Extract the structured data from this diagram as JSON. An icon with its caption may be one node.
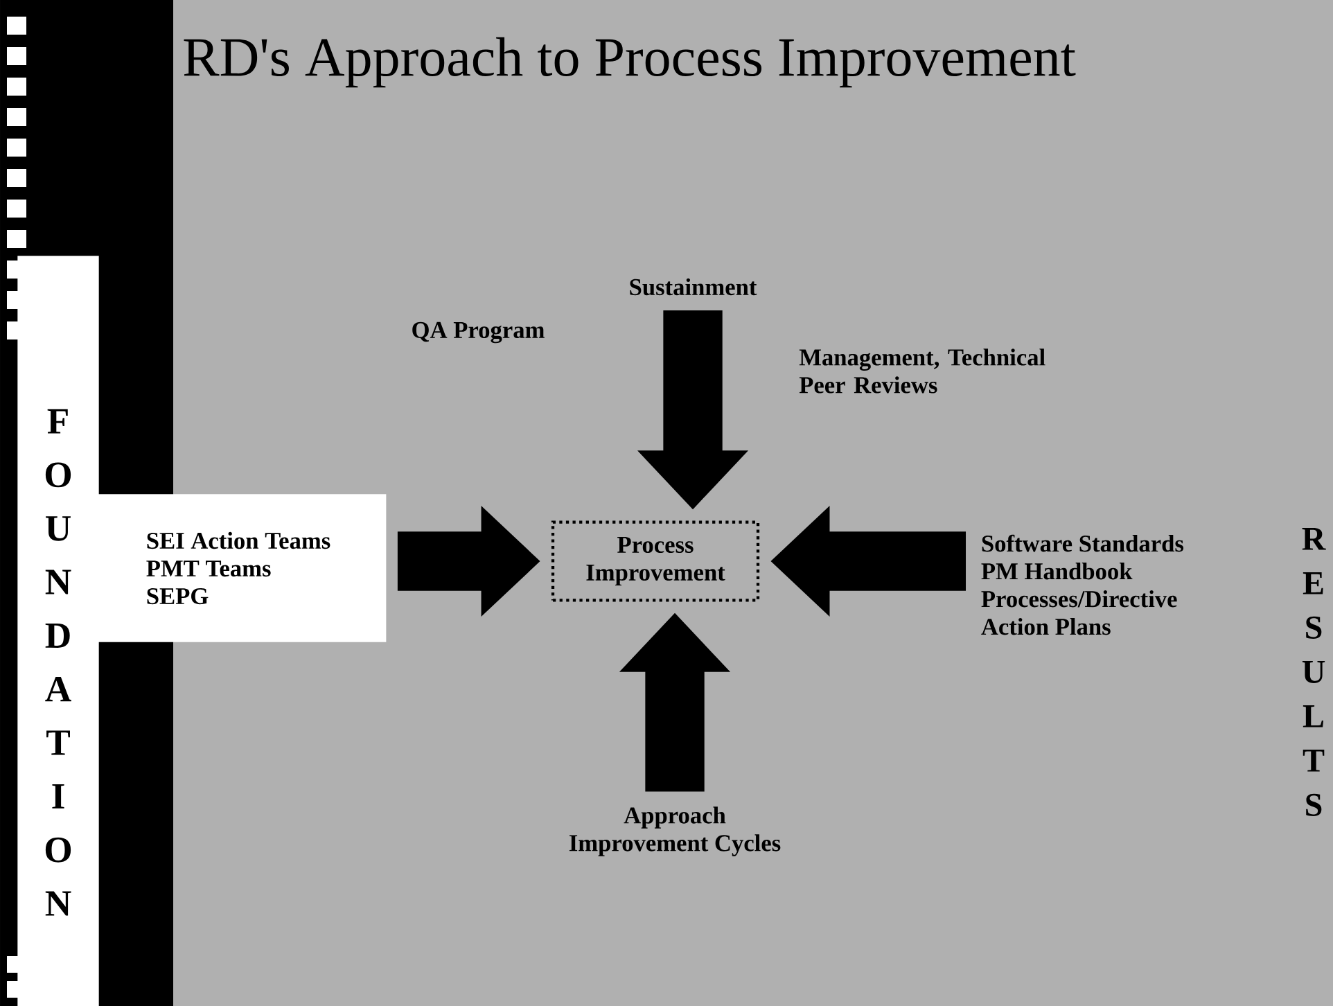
{
  "diagram": {
    "title": "RD's Approach to Process Improvement",
    "nodes": [
      {
        "text": [
          "Process Improvement"
        ]
      },
      {
        "text": [
          "Sustainment"
        ],
        "beside": [
          "QA Program",
          "Management, Technical Peer Reviews"
        ]
      },
      {
        "text": [
          "SEI Action Teams",
          "PMT Teams",
          "SEPG"
        ]
      },
      {
        "text": [
          "Software Standards",
          "PM Handbook",
          "Processes/Directive",
          "Action Plans"
        ]
      },
      {
        "text": [
          "Approach",
          "Improvement Cycles"
        ]
      }
    ],
    "edges": [
      {
        "from": 1,
        "to": 0,
        "arrow": "to"
      },
      {
        "from": 2,
        "to": 0,
        "arrow": "to"
      },
      {
        "from": 3,
        "to": 0,
        "arrow": "to"
      },
      {
        "from": 4,
        "to": 0,
        "arrow": "to"
      }
    ],
    "labels": [
      "FOUNDATION",
      "RESULTS"
    ]
  }
}
